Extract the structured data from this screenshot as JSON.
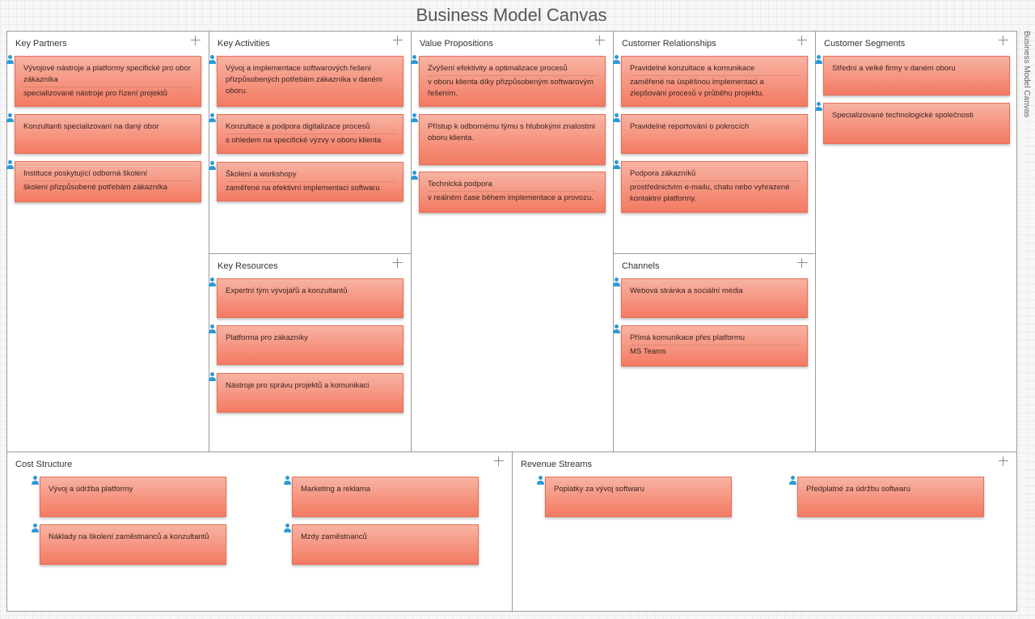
{
  "app": {
    "title": "Business Model Canvas",
    "side_label": "Business Model Canvas"
  },
  "blocks": {
    "key_partners": {
      "title": "Key Partners",
      "notes": [
        {
          "line1": "Vývojové nástroje a platformy specifické pro obor zákazníka",
          "line2": "specializované nástroje pro řízení projektů"
        },
        {
          "line1": "Konzultanti specializovaní na daný obor",
          "line2": ""
        },
        {
          "line1": "Instituce poskytující odborná školení",
          "line2": "školení přizpůsobené potřebám zákazníka"
        }
      ]
    },
    "key_activities": {
      "title": "Key Activities",
      "notes": [
        {
          "line1": "Vývoj a implementace softwarových řešení přizpůsobených potřebám zákazníka v daném oboru.",
          "line2": ""
        },
        {
          "line1": "Konzultace a podpora digitalizace procesů",
          "line2": "s ohledem na specifické výzvy v oboru klienta"
        },
        {
          "line1": "Školení a workshopy",
          "line2": "zaměřené na efektivní implementaci softwaru"
        }
      ]
    },
    "key_resources": {
      "title": "Key Resources",
      "notes": [
        {
          "line1": "Expertní tým vývojářů a konzultantů",
          "line2": ""
        },
        {
          "line1": "Platforma pro zákazníky",
          "line2": ""
        },
        {
          "line1": "Nástroje pro správu projektů a komunikaci",
          "line2": ""
        }
      ]
    },
    "value_propositions": {
      "title": "Value Propositions",
      "notes": [
        {
          "line1": "Zvýšení efektivity a optimalizace procesů",
          "line2": "v oboru klienta díky přizpůsobeným softwarovým řešením."
        },
        {
          "line1": "Přístup k odbornému týmu s hlubokými znalostmi oboru klienta.",
          "line2": ""
        },
        {
          "line1": "Technická podpora",
          "line2": "v reálném čase během implementace a provozu."
        }
      ]
    },
    "customer_relationships": {
      "title": "Customer Relationships",
      "notes": [
        {
          "line1": "Pravidelné konzultace a komunikace",
          "line2": "zaměřené na úspěšnou implementaci a zlepšování procesů v průběhu projektu."
        },
        {
          "line1": "Pravidelné reportování o pokrocích",
          "line2": ""
        },
        {
          "line1": "Podpora zákazníků",
          "line2": "prostřednictvím e-mailu, chatu nebo vyhrazené kontaktní platformy."
        }
      ]
    },
    "channels": {
      "title": "Channels",
      "notes": [
        {
          "line1": "Webová stránka a sociální média",
          "line2": ""
        },
        {
          "line1": "Přímá komunikace přes platformu",
          "line2": "MS Teams"
        }
      ]
    },
    "customer_segments": {
      "title": "Customer Segments",
      "notes": [
        {
          "line1": "Střední a velké firmy v daném oboru",
          "line2": ""
        },
        {
          "line1": "Specializované technologické společnosti",
          "line2": ""
        }
      ]
    },
    "cost_structure": {
      "title": "Cost Structure",
      "notes": [
        {
          "line1": "Vývoj a údržba platformy",
          "line2": ""
        },
        {
          "line1": "Marketing a reklama",
          "line2": ""
        },
        {
          "line1": "Náklady na školení zaměstnanců a konzultantů",
          "line2": ""
        },
        {
          "line1": "Mzdy zaměstnanců",
          "line2": ""
        }
      ]
    },
    "revenue_streams": {
      "title": "Revenue Streams",
      "notes": [
        {
          "line1": "Poplatky za vývoj softwaru",
          "line2": ""
        },
        {
          "line1": "Předplatné za údržbu softwaru",
          "line2": ""
        }
      ]
    }
  },
  "colors": {
    "note_top": "#f8b3a3",
    "note_bottom": "#f37a62",
    "user_icon": "#2a9ad8",
    "border": "#9a9a9a"
  },
  "icons": {
    "note_owner": "user-icon",
    "add": "plus-icon"
  }
}
